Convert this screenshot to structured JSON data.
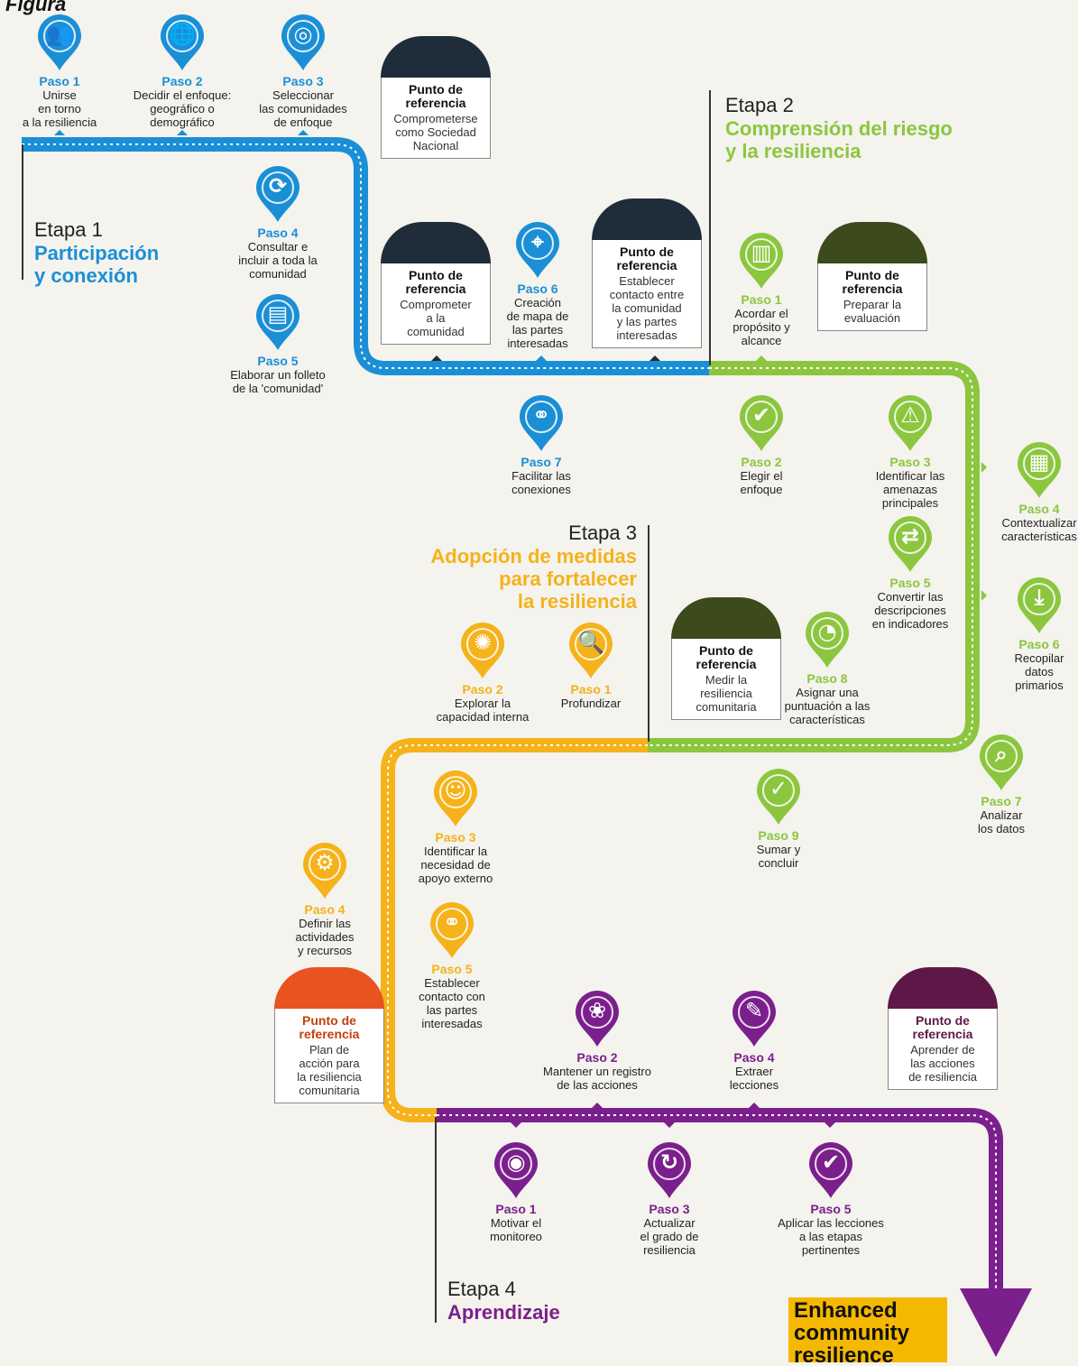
{
  "figure_label": "Figura",
  "colors": {
    "stage1": "#1b8fd6",
    "stage2": "#8cc63f",
    "stage3": "#f5b21a",
    "stage4": "#7b1f8c",
    "milestone_dark": "#1f2d3a",
    "milestone_olive": "#3d4a1c",
    "milestone_orange": "#e8531f",
    "milestone_plum": "#5e1848"
  },
  "stages": [
    {
      "num": "Etapa 1",
      "name_lines": [
        "Participación",
        "y conexión"
      ]
    },
    {
      "num": "Etapa 2",
      "name_lines": [
        "Comprensión del riesgo",
        "y la resiliencia"
      ]
    },
    {
      "num": "Etapa 3",
      "name_lines": [
        "Adopción de medidas",
        "para fortalecer",
        "la resiliencia"
      ]
    },
    {
      "num": "Etapa 4",
      "name_lines": [
        "Aprendizaje"
      ]
    }
  ],
  "steps": [
    {
      "id": "s1-1",
      "stage": 1,
      "icon": "people-icon",
      "glyph": "👥",
      "num": "Paso 1",
      "desc": [
        "Unirse",
        "en torno",
        "a la resiliencia"
      ]
    },
    {
      "id": "s1-2",
      "stage": 1,
      "icon": "globe-icon",
      "glyph": "🌐",
      "num": "Paso 2",
      "desc": [
        "Decidir el enfoque:",
        "geográfico o",
        "demográfico"
      ]
    },
    {
      "id": "s1-3",
      "stage": 1,
      "icon": "target-community-icon",
      "glyph": "◎",
      "num": "Paso 3",
      "desc": [
        "Seleccionar",
        "las comunidades",
        "de enfoque"
      ]
    },
    {
      "id": "s1-4",
      "stage": 1,
      "icon": "community-cycle-icon",
      "glyph": "⟳",
      "num": "Paso 4",
      "desc": [
        "Consultar e",
        "incluir a toda la",
        "comunidad"
      ]
    },
    {
      "id": "s1-5",
      "stage": 1,
      "icon": "leaflet-icon",
      "glyph": "▤",
      "num": "Paso 5",
      "desc": [
        "Elaborar un folleto",
        "de la 'comunidad'"
      ]
    },
    {
      "id": "s1-6",
      "stage": 1,
      "icon": "stakeholder-map-icon",
      "glyph": "⌖",
      "num": "Paso 6",
      "desc": [
        "Creación",
        "de mapa de",
        "las partes",
        "interesadas"
      ]
    },
    {
      "id": "s1-7",
      "stage": 1,
      "icon": "connections-icon",
      "glyph": "⚭",
      "num": "Paso 7",
      "desc": [
        "Facilitar las",
        "conexiones"
      ]
    },
    {
      "id": "s2-1",
      "stage": 2,
      "icon": "clipboard-icon",
      "glyph": "▥",
      "num": "Paso 1",
      "desc": [
        "Acordar el",
        "propósito y",
        "alcance"
      ]
    },
    {
      "id": "s2-2",
      "stage": 2,
      "icon": "check-icon",
      "glyph": "✔",
      "num": "Paso 2",
      "desc": [
        "Elegir el",
        "enfoque"
      ]
    },
    {
      "id": "s2-3",
      "stage": 2,
      "icon": "warning-icon",
      "glyph": "⚠",
      "num": "Paso 3",
      "desc": [
        "Identificar las",
        "amenazas",
        "principales"
      ]
    },
    {
      "id": "s2-4",
      "stage": 2,
      "icon": "grid-icon",
      "glyph": "▦",
      "num": "Paso 4",
      "desc": [
        "Contextualizar",
        "características"
      ]
    },
    {
      "id": "s2-5",
      "stage": 2,
      "icon": "convert-icon",
      "glyph": "⇄",
      "num": "Paso 5",
      "desc": [
        "Convertir las",
        "descripciones",
        "en indicadores"
      ]
    },
    {
      "id": "s2-6",
      "stage": 2,
      "icon": "download-icon",
      "glyph": "⤓",
      "num": "Paso 6",
      "desc": [
        "Recopilar",
        "datos",
        "primarios"
      ]
    },
    {
      "id": "s2-7",
      "stage": 2,
      "icon": "analyze-icon",
      "glyph": "⌕",
      "num": "Paso 7",
      "desc": [
        "Analizar",
        "los datos"
      ]
    },
    {
      "id": "s2-8",
      "stage": 2,
      "icon": "gauge-icon",
      "glyph": "◔",
      "num": "Paso 8",
      "desc": [
        "Asignar una",
        "puntuación a las",
        "características"
      ]
    },
    {
      "id": "s2-9",
      "stage": 2,
      "icon": "check-circle-icon",
      "glyph": "✓",
      "num": "Paso 9",
      "desc": [
        "Sumar y",
        "concluir"
      ]
    },
    {
      "id": "s3-1",
      "stage": 3,
      "icon": "magnifier-icon",
      "glyph": "🔍",
      "num": "Paso 1",
      "desc": [
        "Profundizar"
      ]
    },
    {
      "id": "s3-2",
      "stage": 3,
      "icon": "network-icon",
      "glyph": "✺",
      "num": "Paso 2",
      "desc": [
        "Explorar la",
        "capacidad interna"
      ]
    },
    {
      "id": "s3-3",
      "stage": 3,
      "icon": "support-person-icon",
      "glyph": "☺",
      "num": "Paso 3",
      "desc": [
        "Identificar la",
        "necesidad de",
        "apoyo externo"
      ]
    },
    {
      "id": "s3-4",
      "stage": 3,
      "icon": "resources-icon",
      "glyph": "⚙",
      "num": "Paso 4",
      "desc": [
        "Definir las",
        "actividades",
        "y recursos"
      ]
    },
    {
      "id": "s3-5",
      "stage": 3,
      "icon": "contact-icon",
      "glyph": "⚭",
      "num": "Paso 5",
      "desc": [
        "Establecer",
        "contacto con",
        "las partes",
        "interesadas"
      ]
    },
    {
      "id": "s4-1",
      "stage": 4,
      "icon": "eye-icon",
      "glyph": "◉",
      "num": "Paso 1",
      "desc": [
        "Motivar el",
        "monitoreo"
      ]
    },
    {
      "id": "s4-2",
      "stage": 4,
      "icon": "paw-icon",
      "glyph": "❀",
      "num": "Paso 2",
      "desc": [
        "Mantener un registro",
        "de las acciones"
      ]
    },
    {
      "id": "s4-3",
      "stage": 4,
      "icon": "document-refresh-icon",
      "glyph": "↻",
      "num": "Paso 3",
      "desc": [
        "Actualizar",
        "el grado de",
        "resiliencia"
      ]
    },
    {
      "id": "s4-4",
      "stage": 4,
      "icon": "pencil-icon",
      "glyph": "✎",
      "num": "Paso 4",
      "desc": [
        "Extraer",
        "lecciones"
      ]
    },
    {
      "id": "s4-5",
      "stage": 4,
      "icon": "check-icon",
      "glyph": "✔",
      "num": "Paso 5",
      "desc": [
        "Aplicar las lecciones",
        "a las etapas",
        "pertinentes"
      ]
    }
  ],
  "milestones": [
    {
      "id": "m1",
      "color": "milestone_dark",
      "title": [
        "Punto de",
        "referencia"
      ],
      "desc": [
        "Comprometerse",
        "como Sociedad",
        "Nacional"
      ]
    },
    {
      "id": "m2",
      "color": "milestone_dark",
      "title": [
        "Punto de",
        "referencia"
      ],
      "desc": [
        "Comprometer",
        "a la",
        "comunidad"
      ]
    },
    {
      "id": "m3",
      "color": "milestone_dark",
      "title": [
        "Punto de",
        "referencia"
      ],
      "desc": [
        "Establecer",
        "contacto entre",
        "la comunidad",
        "y las partes",
        "interesadas"
      ]
    },
    {
      "id": "m4",
      "color": "milestone_olive",
      "title": [
        "Punto de",
        "referencia"
      ],
      "desc": [
        "Preparar la",
        "evaluación"
      ]
    },
    {
      "id": "m5",
      "color": "milestone_olive",
      "title": [
        "Punto de",
        "referencia"
      ],
      "desc": [
        "Medir la",
        "resiliencia",
        "comunitaria"
      ]
    },
    {
      "id": "m6",
      "color": "milestone_orange",
      "title": [
        "Punto de",
        "referencia"
      ],
      "desc": [
        "Plan de",
        "acción para",
        "la resiliencia",
        "comunitaria"
      ]
    },
    {
      "id": "m7",
      "color": "milestone_plum",
      "title": [
        "Punto de",
        "referencia"
      ],
      "desc": [
        "Aprender de",
        "las acciones",
        "de resiliencia"
      ]
    }
  ],
  "final_label": [
    "Enhanced",
    "community",
    "resilience"
  ]
}
